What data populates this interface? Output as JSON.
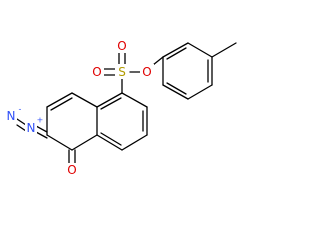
{
  "molecule": {
    "atoms": {
      "S": "S",
      "O_upper": "O",
      "O_lower": "O",
      "O_ester": "O",
      "O_ketone": "O",
      "N_outer": "N",
      "N_inner": "N",
      "plus": "+",
      "minus": "-"
    },
    "colors": {
      "bond": "#000000",
      "sulfur": "#b29b00",
      "oxygen": "#e00000",
      "nitrogen": "#3050f8",
      "background": "#ffffff"
    }
  }
}
